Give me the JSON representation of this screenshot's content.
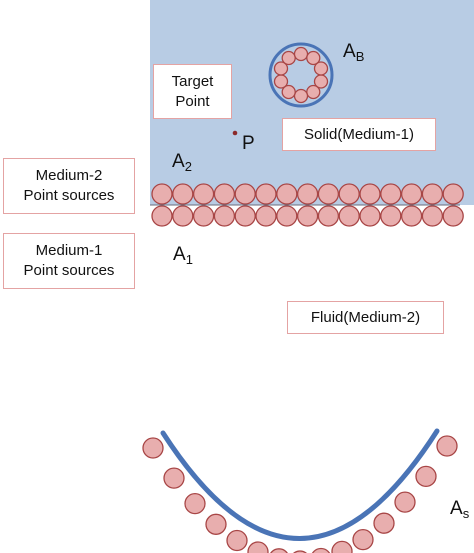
{
  "colors": {
    "solid_region": "#b8cce4",
    "source_fill": "#e8aeae",
    "source_stroke": "#a84646",
    "boundary_line": "#4a74b6",
    "box_border": "#e4a3a3",
    "target_point": "#8b2a2a"
  },
  "labels": {
    "target_point_box": "Target\nPoint",
    "solid_box": "Solid(Medium-1)",
    "medium2_sources_box": "Medium-2\nPoint sources",
    "medium1_sources_box": "Medium-1\nPoint sources",
    "fluid_box": "Fluid(Medium-2)",
    "point_p": "P",
    "a_b": {
      "main": "A",
      "sub": "B"
    },
    "a_2": {
      "main": "A",
      "sub": "2"
    },
    "a_1": {
      "main": "A",
      "sub": "1"
    },
    "a_s": {
      "main": "A",
      "sub": "s"
    }
  }
}
